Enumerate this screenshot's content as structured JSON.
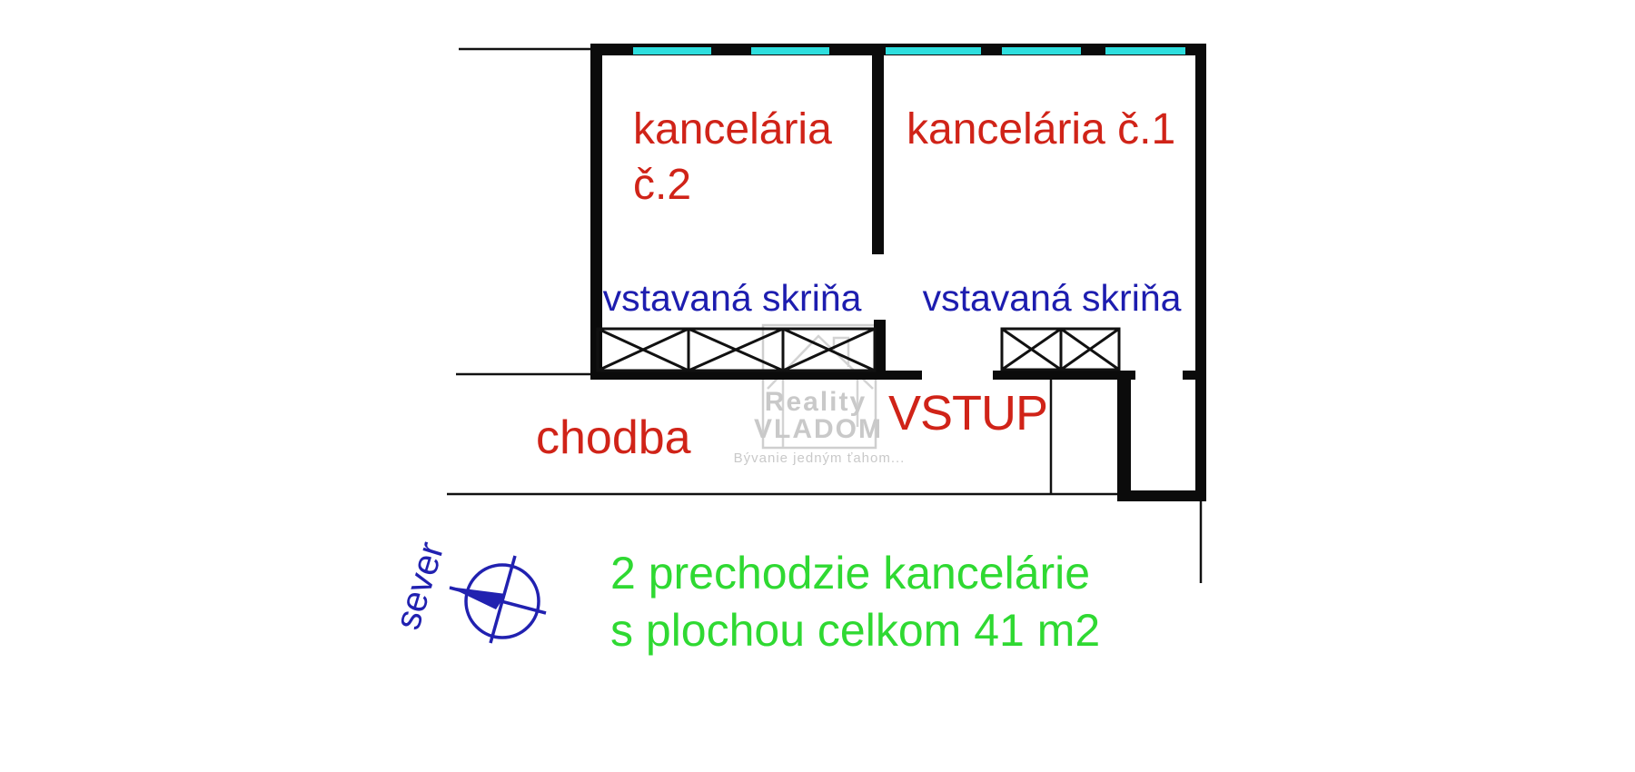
{
  "rooms": {
    "office2": {
      "label_line1": "kancelária",
      "label_line2": "č.2"
    },
    "office1": {
      "label": "kancelária č.1"
    },
    "corridor": {
      "label": "chodba"
    },
    "entrance": {
      "label": "VSTUP"
    },
    "wardrobe_office2": {
      "label": "vstavaná skriňa"
    },
    "wardrobe_office1": {
      "label": "vstavaná skriňa"
    }
  },
  "compass": {
    "north_label": "sever"
  },
  "caption": {
    "line1": "2 prechodzie kancelárie",
    "line2": "s plochou celkom 41 m2"
  },
  "watermark": {
    "brand_line1": "Reality",
    "brand_line2": "VLADOM",
    "slogan": "Bývanie jedným ťahom..."
  },
  "colors": {
    "wall": "#0b0b0b",
    "window": "#2edede",
    "room_label": "#d02318",
    "wardrobe_label": "#1d1daf",
    "caption": "#2fd932",
    "compass": "#2121b0",
    "watermark": "#c9c9c9",
    "background": "#ffffff"
  }
}
